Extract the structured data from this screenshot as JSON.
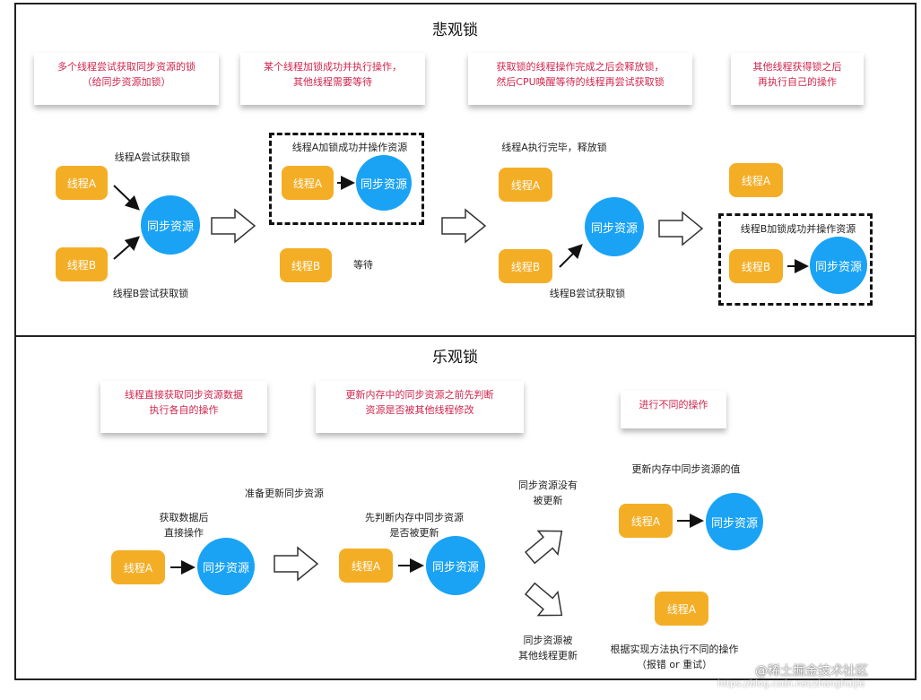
{
  "pessimistic": {
    "title": "悲观锁",
    "notes": [
      "多个线程尝试获取同步资源的锁\n（给同步资源加锁）",
      "某个线程加锁成功并执行操作，\n其他线程需要等待",
      "获取锁的线程操作完成之后会释放锁，\n然后CPU唤醒等待的线程再尝试获取锁",
      "其他线程获得锁之后\n再执行自己的操作"
    ],
    "thread_a": "线程A",
    "thread_b": "线程B",
    "resource": "同步资源",
    "step1_a_label": "线程A尝试获取锁",
    "step1_b_label": "线程B尝试获取锁",
    "step2_box_label": "线程A加锁成功并操作资源",
    "step2_wait": "等待",
    "step3_a_label": "线程A执行完毕，释放锁",
    "step3_b_label": "线程B尝试获取锁",
    "step4_box_label": "线程B加锁成功并操作资源"
  },
  "optimistic": {
    "title": "乐观锁",
    "notes": [
      "线程直接获取同步资源数据\n执行各自的操作",
      "更新内存中的同步资源之前先判断\n资源是否被其他线程修改",
      "进行不同的操作"
    ],
    "thread_a": "线程A",
    "resource": "同步资源",
    "step1_label": "获取数据后\n直接操作",
    "step2_top_label": "准备更新同步资源",
    "step2_label": "先判断内存中同步资源\n是否被更新",
    "branch_up_label": "同步资源没有\n被更新",
    "branch_down_label": "同步资源被\n其他线程更新",
    "result_top_label": "更新内存中同步资源的值",
    "result_bottom_label": "根据实现方法执行不同的操作\n（报错 or 重试）"
  },
  "watermark": "@稀土掘金技术社区",
  "watermark_url": "https://blog.csdn.net/zhanghuijie"
}
